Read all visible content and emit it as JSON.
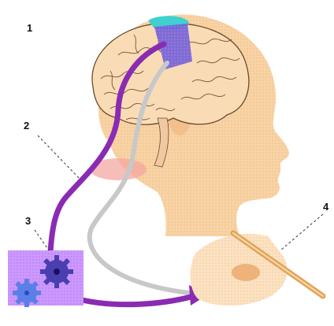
{
  "labels": {
    "one": "1",
    "two": "2",
    "three": "3",
    "four": "4"
  },
  "colors": {
    "skin": "#f7cf9c",
    "skin_dark": "#eeb27a",
    "brain_outline": "#6b4a2a",
    "motor_cortex": "#6f5fd6",
    "cortex_highlight": "#3fd0d0",
    "purple_fiber": "#8a2bb3",
    "gray_fiber": "#c8c8c8",
    "spinal_pink": "#f4a7a0",
    "box_lilac": "#cc99ff",
    "gear_dark": "#4a3fb0",
    "gear_blue": "#5a7fe8",
    "pen": "#e2a35a"
  },
  "icons": [
    "gear-icon",
    "gear-icon",
    "pen-icon",
    "hand-icon"
  ]
}
